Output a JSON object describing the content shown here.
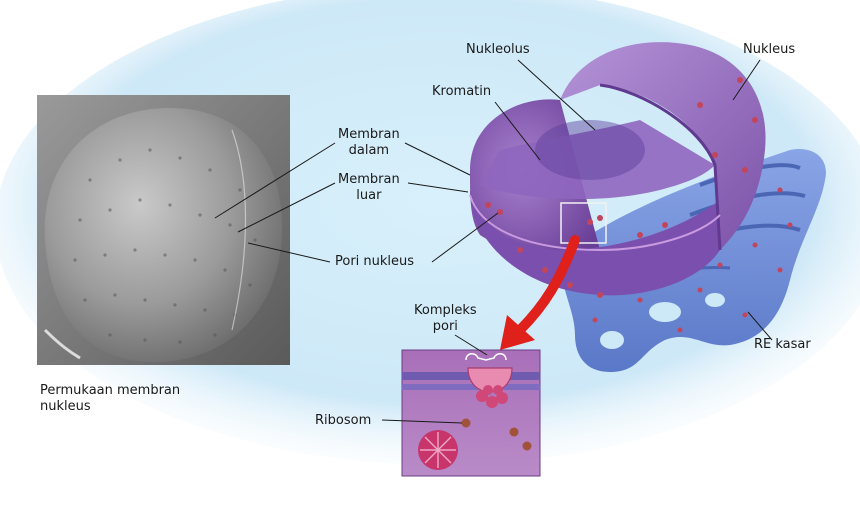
{
  "labels": {
    "nukleolus": "Nukleolus",
    "nukleus": "Nukleus",
    "kromatin": "Kromatin",
    "membran_dalam": [
      "Membran",
      "dalam"
    ],
    "membran_luar": [
      "Membran",
      "luar"
    ],
    "pori_nukleus": "Pori nukleus",
    "kompleks_pori": [
      "Kompleks",
      "pori"
    ],
    "re_kasar": "RE kasar",
    "ribosom": "Ribosom",
    "caption": [
      "Permukaan membran",
      "nukleus"
    ]
  },
  "colors": {
    "background_glow": "#cfe9f8",
    "nucleus_purple": "#8a5fb3",
    "er_blue": "#6f8fd8",
    "arrow_red": "#e0201a",
    "pore_pink": "#e98bb0"
  }
}
